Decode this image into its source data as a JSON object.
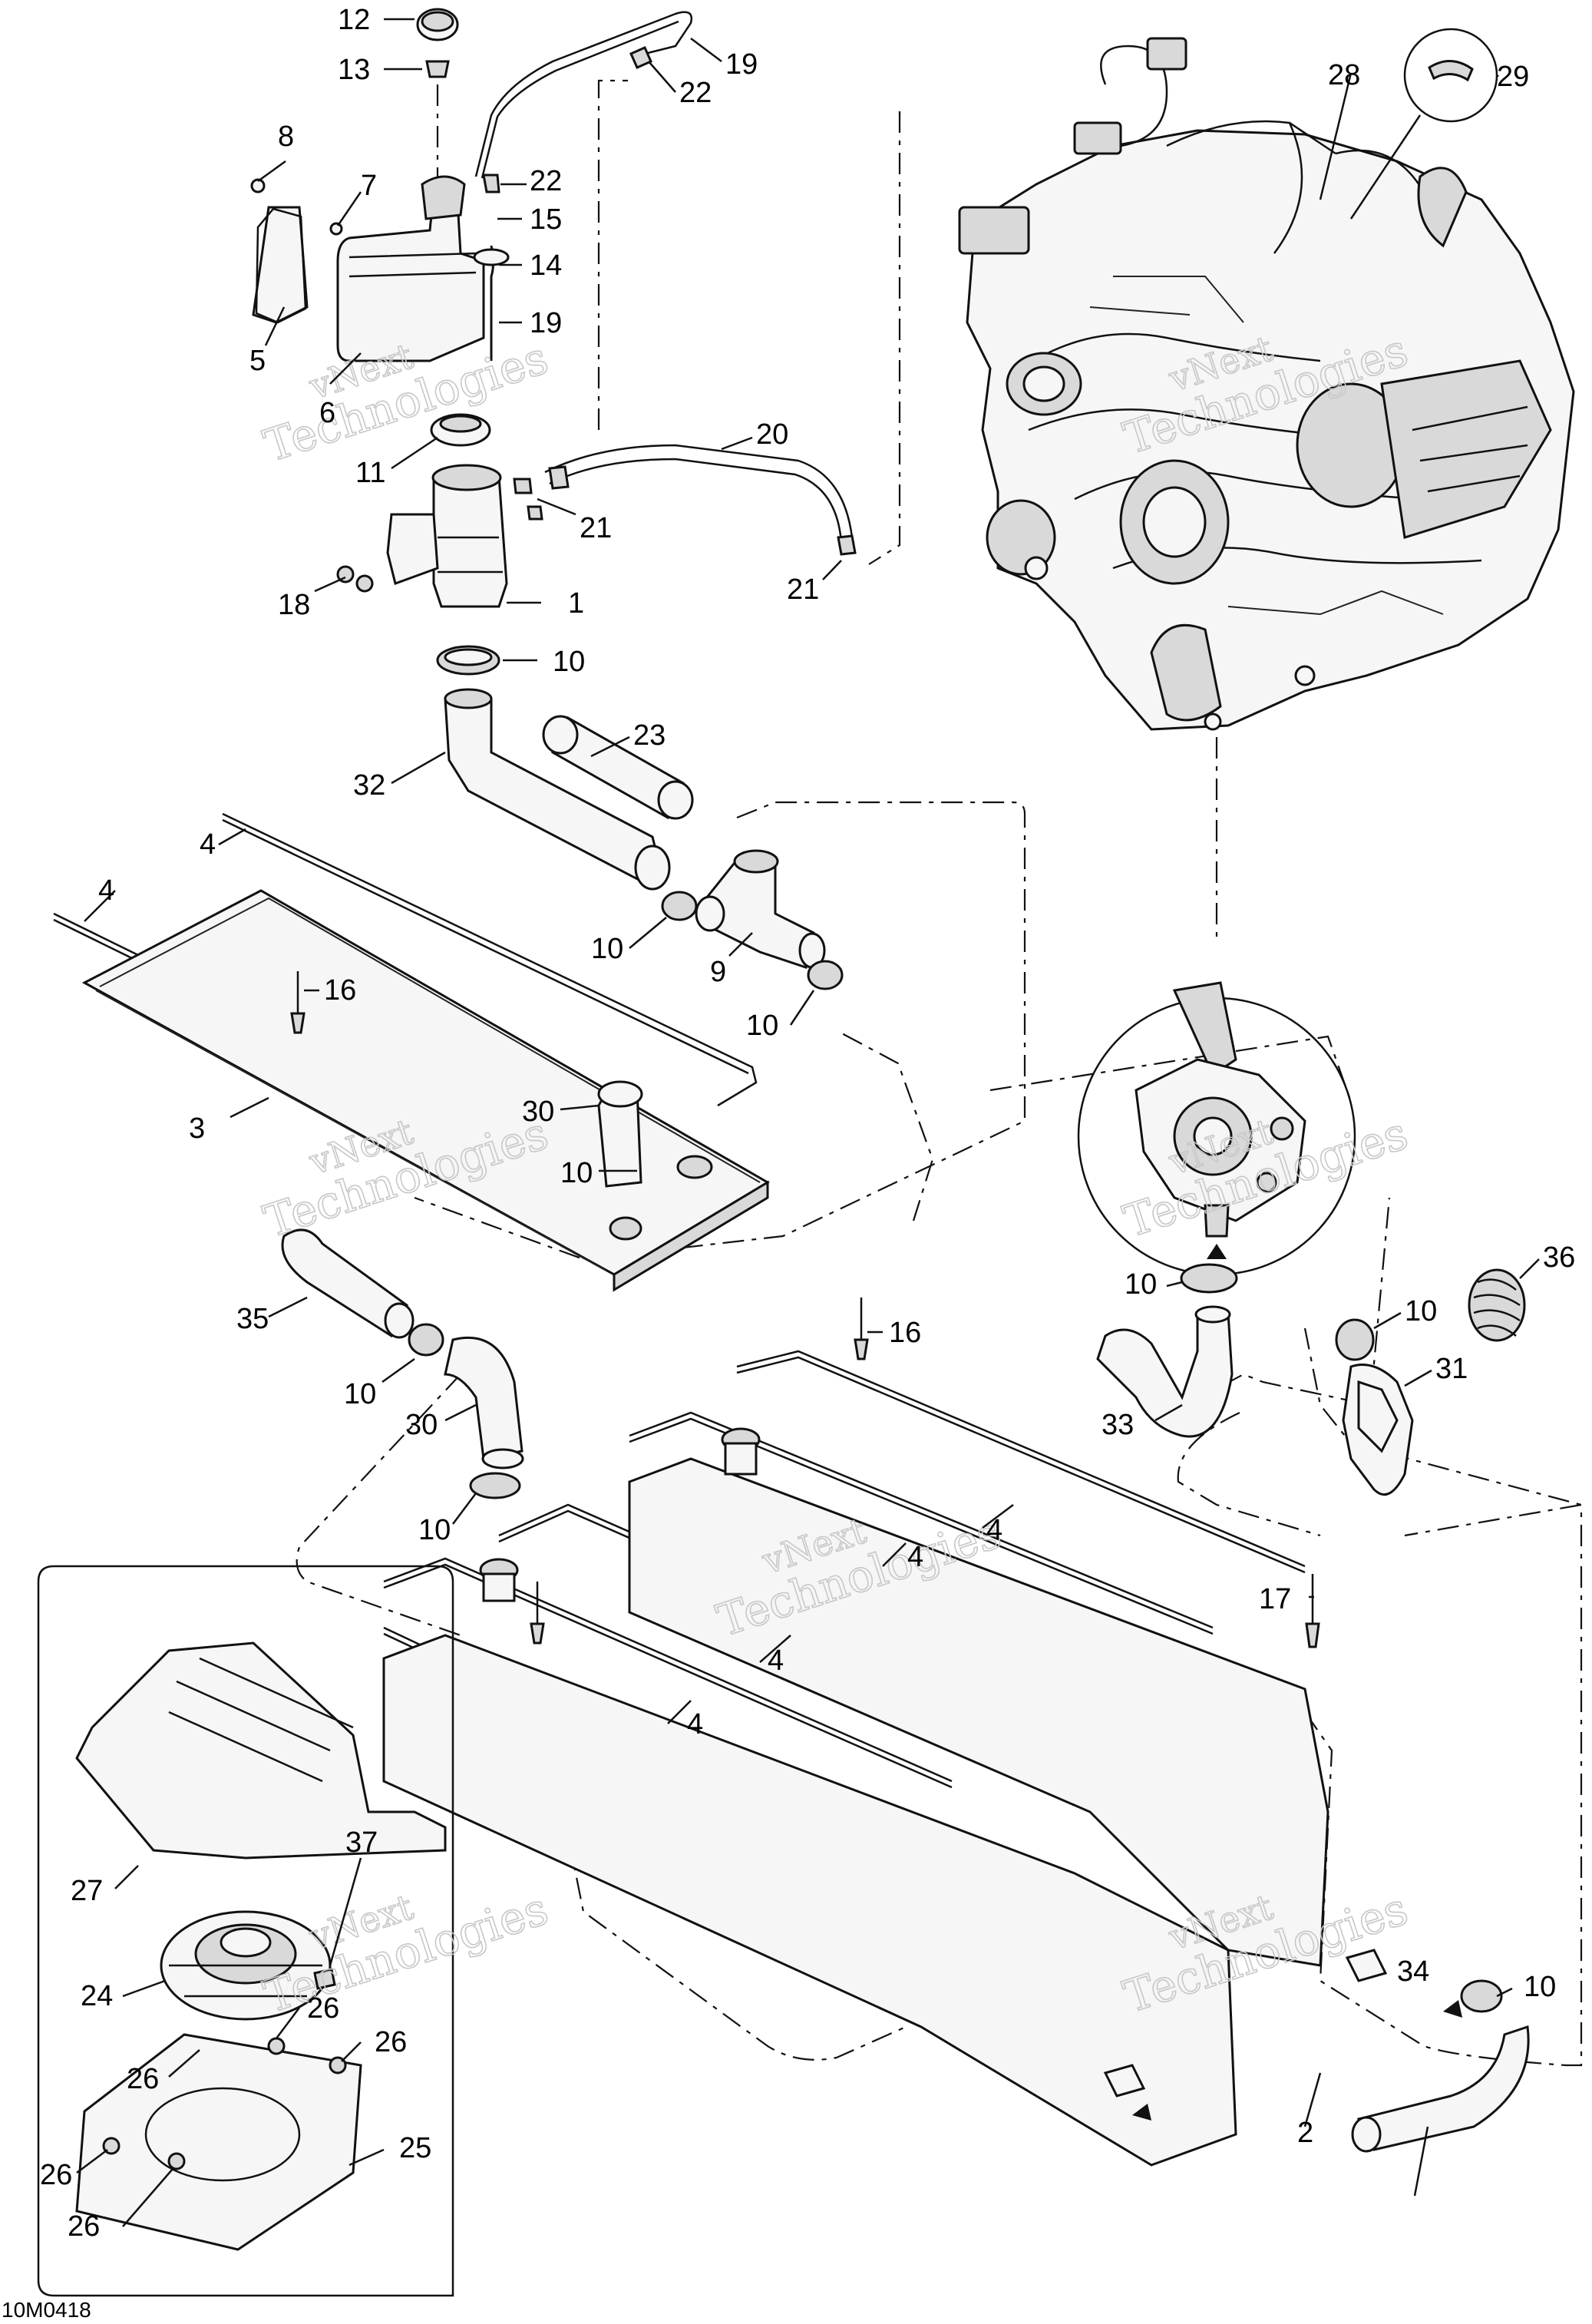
{
  "diagram": {
    "drawing_code": "10M0418",
    "watermarks": [
      {
        "line1": "vNext",
        "line2": "Technologies"
      },
      {
        "line1": "vNext",
        "line2": "Technologies"
      },
      {
        "line1": "vNext",
        "line2": "Technologies"
      },
      {
        "line1": "vNext",
        "line2": "Technologies"
      },
      {
        "line1": "vNext",
        "line2": "Technologies"
      },
      {
        "line1": "vNext",
        "line2": "Technologies"
      },
      {
        "line1": "vNext",
        "line2": "Technologies"
      }
    ],
    "callouts": [
      "12",
      "13",
      "19",
      "22",
      "8",
      "7",
      "22",
      "15",
      "14",
      "5",
      "19",
      "6",
      "11",
      "20",
      "21",
      "18",
      "1",
      "21",
      "10",
      "32",
      "23",
      "4",
      "4",
      "16",
      "10",
      "9",
      "10",
      "3",
      "30",
      "10",
      "35",
      "10",
      "30",
      "10",
      "16",
      "4",
      "4",
      "4",
      "4",
      "17",
      "36",
      "10",
      "31",
      "33",
      "10",
      "28",
      "29",
      "37",
      "27",
      "24",
      "26",
      "26",
      "26",
      "26",
      "25",
      "26",
      "34",
      "10",
      "2"
    ],
    "parts": {
      "engine": "engine-assembly",
      "coolant_tank": "coolant-tank",
      "radiator_cap": "radiator-cap",
      "reservoir": "reservoir",
      "water_pump": "water-pump-detail",
      "intercooler": "heat-exchanger-plate",
      "cover": "cover-plate",
      "hoses": [
        "hose-32",
        "hose-23",
        "hose-30",
        "hose-35",
        "hose-33",
        "hose-31",
        "hose-34",
        "tube-20",
        "tube-19",
        "elbow-9"
      ]
    }
  }
}
